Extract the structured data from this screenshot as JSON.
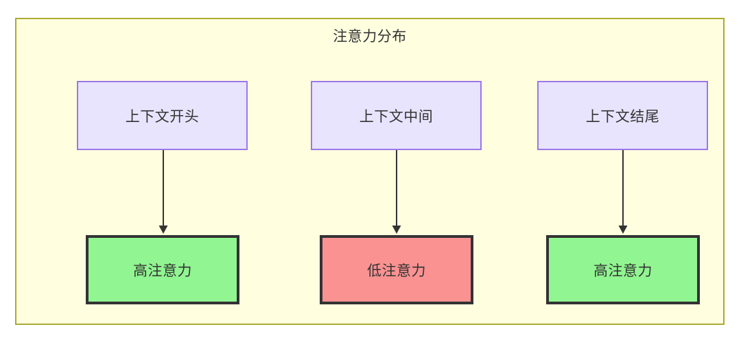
{
  "diagram": {
    "title": "注意力分布",
    "container": {
      "fill": "#ffffe0",
      "border": "#aaaa33"
    },
    "columns": [
      {
        "source": {
          "label": "上下文开头",
          "fill": "#e8e4fd",
          "border": "#9a77e8"
        },
        "target": {
          "label": "高注意力",
          "fill": "#91f591",
          "border": "#333333",
          "level": "high"
        },
        "connector": "arrow-down"
      },
      {
        "source": {
          "label": "上下文中间",
          "fill": "#e8e4fd",
          "border": "#9a77e8"
        },
        "target": {
          "label": "低注意力",
          "fill": "#fa9292",
          "border": "#333333",
          "level": "low"
        },
        "connector": "arrow-down"
      },
      {
        "source": {
          "label": "上下文结尾",
          "fill": "#e8e4fd",
          "border": "#9a77e8"
        },
        "target": {
          "label": "高注意力",
          "fill": "#91f591",
          "border": "#333333",
          "level": "high"
        },
        "connector": "arrow-down"
      }
    ]
  }
}
